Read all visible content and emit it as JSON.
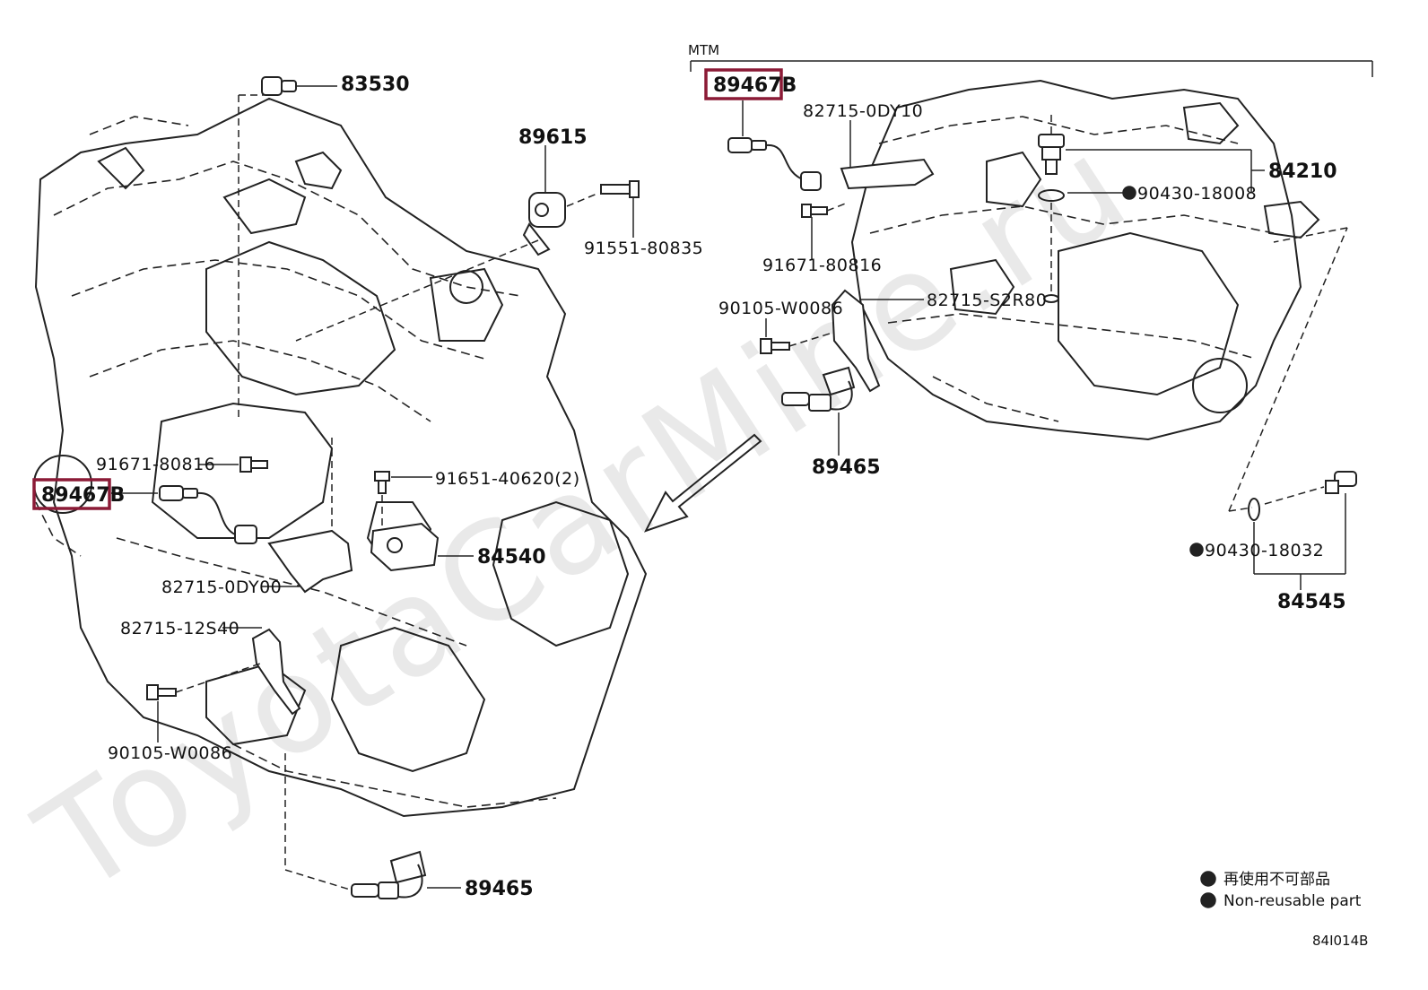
{
  "watermark": "ToyotaCarMine.ru",
  "group_label": "MTM",
  "diagram_code": "84I014B",
  "legend": {
    "jp": "再使用不可部品",
    "en": "Non-reusable part"
  },
  "labels": {
    "p83530": "83530",
    "p89615": "89615",
    "p91551": "91551-80835",
    "p89467b_left": "89467B",
    "p89467b_right": "89467B",
    "p82715_0dy10": "82715-0DY10",
    "p84210": "84210",
    "p90430_18008": "90430-18008",
    "p91671_right": "91671-80816",
    "p90105_right": "90105-W0086",
    "p82715_s2r80": "82715-S2R80",
    "p89465_right": "89465",
    "p91671_left": "91671-80816",
    "p91651": "91651-40620(2)",
    "p84540": "84540",
    "p82715_0dy00": "82715-0DY00",
    "p82715_12s40": "82715-12S40",
    "p90105_left": "90105-W0086",
    "p89465_left": "89465",
    "p90430_18032": "90430-18032",
    "p84545": "84545"
  }
}
